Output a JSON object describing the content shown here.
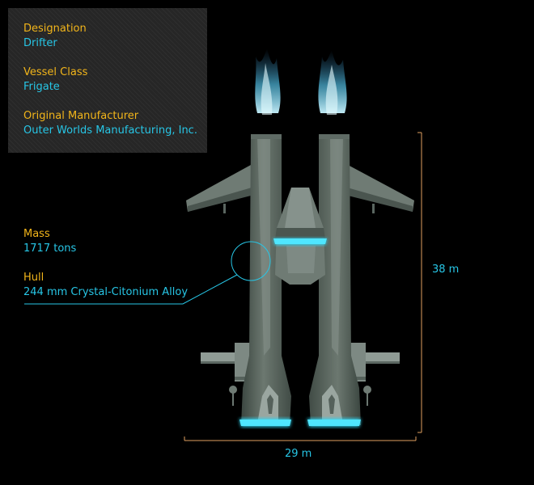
{
  "info": {
    "designation_label": "Designation",
    "designation_value": "Drifter",
    "class_label": "Vessel Class",
    "class_value": "Frigate",
    "manufacturer_label": "Original Manufacturer",
    "manufacturer_value": "Outer Worlds Manufacturing, Inc."
  },
  "callout": {
    "mass_label": "Mass",
    "mass_value": "1717 tons",
    "hull_label": "Hull",
    "hull_value": "244 mm Crystal-Citonium Alloy"
  },
  "dimensions": {
    "height": "38 m",
    "width": "29 m"
  },
  "colors": {
    "label": "#f2b51a",
    "value": "#27c6e6",
    "dimension_line": "#e0a060",
    "hull_body": "#4d5a52",
    "hull_light": "#8f9b95",
    "engine_glow": "#2fd8f5",
    "panel_bg": "#262626"
  }
}
